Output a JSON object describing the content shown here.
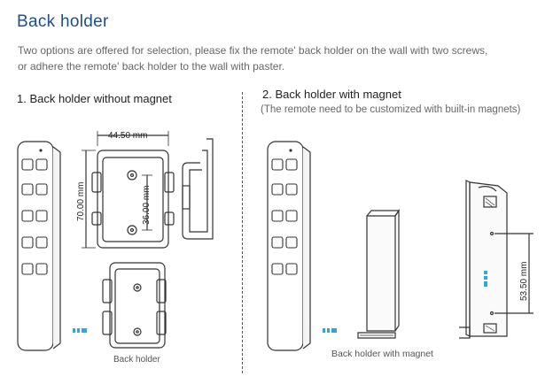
{
  "title": "Back holder",
  "intro": {
    "line1": "Two options are offered for selection, please fix the remote' back holder on the wall with two screws,",
    "line2": "or adhere the remote' back holder to the wall with paster."
  },
  "option1": {
    "heading": "1. Back holder without magnet",
    "width_dim": "44.50 mm",
    "height_dim": "70.00 mm",
    "hole_dim": "36.00 mm",
    "caption": "Back holder"
  },
  "option2": {
    "heading": "2. Back holder with magnet",
    "note": "(The remote need to be customized with built-in magnets)",
    "dim": "53.50 mm",
    "caption": "Back holder with magnet"
  },
  "colors": {
    "title": "#1e4e8c",
    "arrow": "#29a9e0"
  }
}
